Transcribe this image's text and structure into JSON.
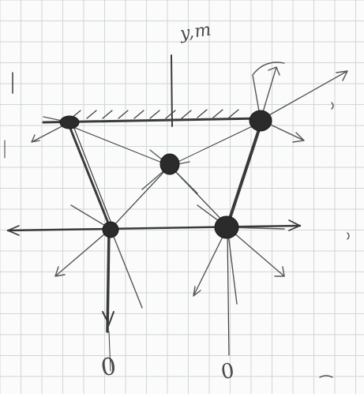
{
  "sheet": {
    "background": "#fbfbfb",
    "grid_color": "#cfd6d8",
    "ink_color": "#3a3a3a"
  },
  "label": {
    "text": "y,m"
  },
  "bottom_marks": [
    "0",
    "0"
  ]
}
